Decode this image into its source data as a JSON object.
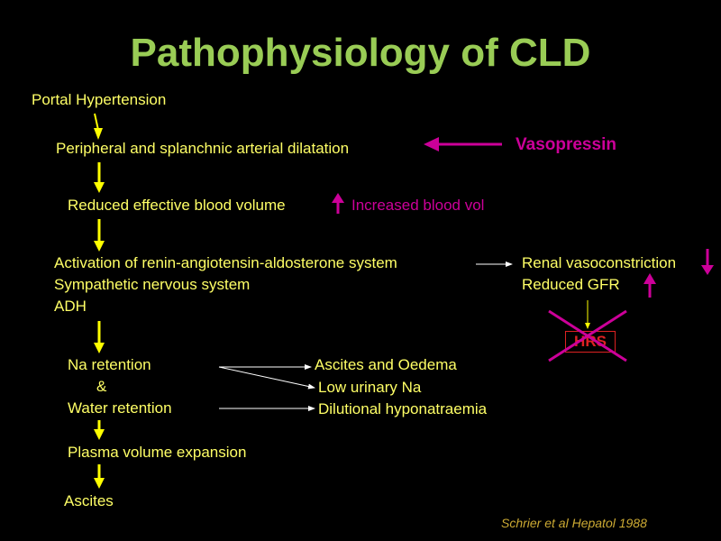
{
  "slide": {
    "title": "Pathophysiology of CLD",
    "citation": "Schrier et al Hepatol 1988",
    "colors": {
      "background": "#000000",
      "title": "#99cc55",
      "text": "#ffff66",
      "accent": "#cc0099",
      "hrs": "#dd2222",
      "citation": "#ccaa33"
    }
  },
  "flow": {
    "portal_hypertension": "Portal Hypertension",
    "arterial_dilatation": "Peripheral and splanchnic arterial dilatation",
    "reduced_blood_volume": "Reduced effective blood volume",
    "activation": [
      "Activation of renin-angiotensin-aldosterone system",
      "Sympathetic nervous system",
      "ADH"
    ],
    "na_retention": "Na retention",
    "ampersand": "&",
    "water_retention": "Water retention",
    "plasma_expansion": "Plasma volume expansion",
    "ascites": "Ascites"
  },
  "treatment": {
    "vasopressin": "Vasopressin",
    "increased_blood_vol": "Increased blood vol"
  },
  "renal": {
    "vasoconstriction": "Renal vasoconstriction",
    "reduced_gfr": "Reduced GFR",
    "hrs": "HRS"
  },
  "outcomes": [
    "Ascites and Oedema",
    "Low urinary Na",
    "Dilutional hyponatraemia"
  ]
}
